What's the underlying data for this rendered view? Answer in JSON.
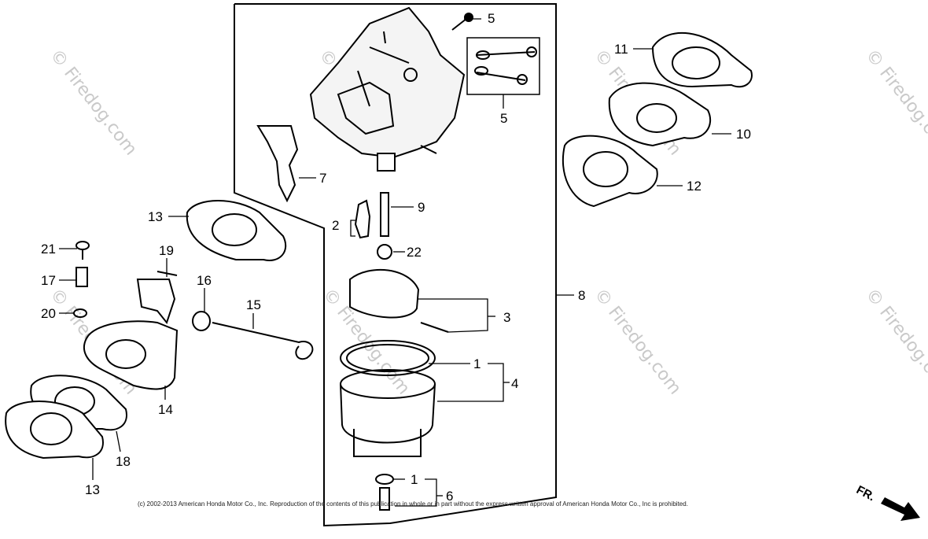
{
  "labels": {
    "l5a": "5",
    "l5b": "5",
    "l7": "7",
    "l9": "9",
    "l2": "2",
    "l22": "22",
    "l3": "3",
    "l1a": "1",
    "l4": "4",
    "l1b": "1",
    "l6": "6",
    "l8": "8",
    "l11": "11",
    "l10": "10",
    "l12": "12",
    "l13a": "13",
    "l13b": "13",
    "l21": "21",
    "l17": "17",
    "l20": "20",
    "l19": "19",
    "l16": "16",
    "l15": "15",
    "l14": "14",
    "l18": "18"
  },
  "watermark": "© Firedog.com",
  "copyright": "(c) 2002-2013 American Honda Motor Co., Inc. Reproduction of the contents of this publication in whole or in part without the express written approval of American Honda Motor Co., Inc is prohibited.",
  "direction_label": "FR."
}
